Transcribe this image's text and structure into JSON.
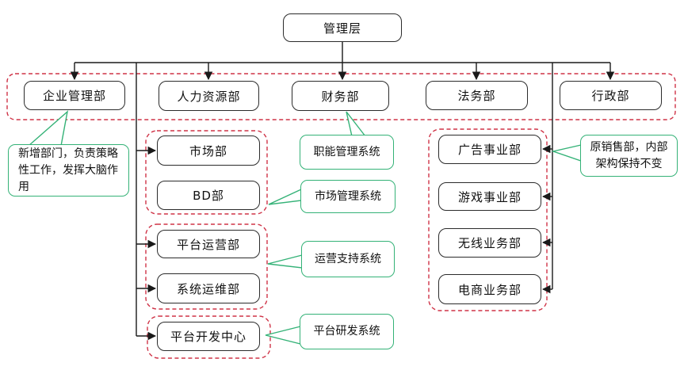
{
  "org": {
    "root": "管理层",
    "top_row": [
      "企业管理部",
      "人力资源部",
      "财务部",
      "法务部",
      "行政部"
    ],
    "left_column": [
      "市场部",
      "BD部",
      "平台运营部",
      "系统运维部",
      "平台开发中心"
    ],
    "right_column": [
      "广告事业部",
      "游戏事业部",
      "无线业务部",
      "电商业务部"
    ],
    "callouts": {
      "functional_system": "职能管理系统",
      "market_system": "市场管理系统",
      "ops_system": "运营支持系统",
      "platform_rd_system": "平台研发系统",
      "new_dept_note": "新增部门，负责策略性工作，发挥大脑作用",
      "original_sales_note": "原销售部，内部架构保持不变"
    }
  },
  "colors": {
    "background": "#ffffff",
    "node_border": "#2b2b2b",
    "connector": "#1a1a1a",
    "group_dash_red": "#cf3347",
    "callout_green": "#34b277"
  }
}
